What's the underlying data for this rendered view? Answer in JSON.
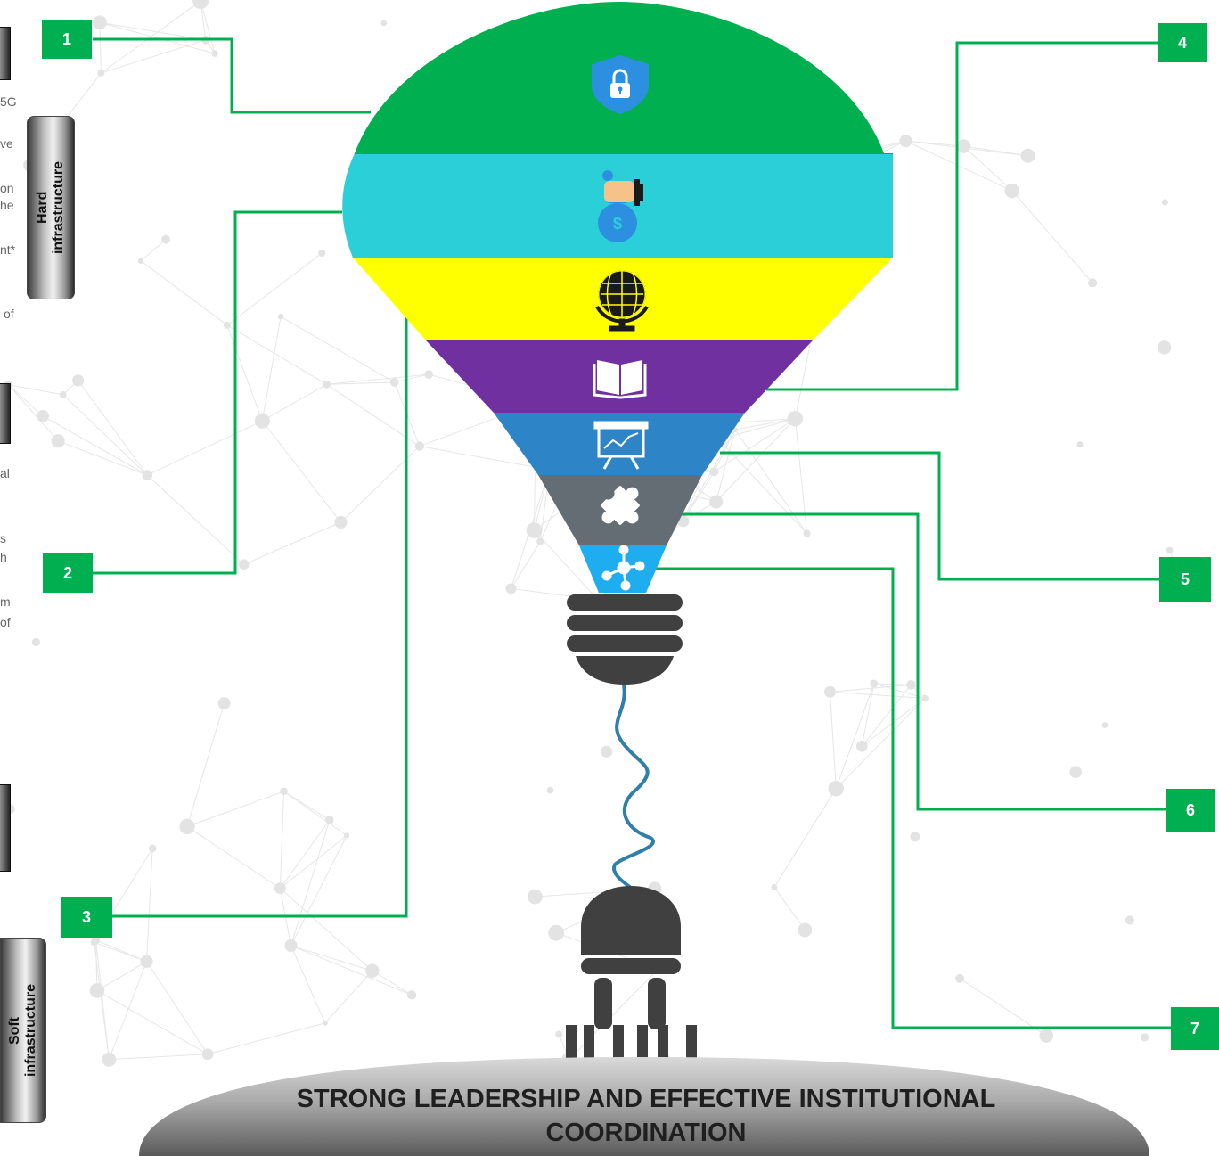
{
  "numbers": [
    "1",
    "2",
    "3",
    "4",
    "5",
    "6",
    "7"
  ],
  "left_pills": {
    "hard": {
      "line1": "Hard",
      "line2": "infrastructure"
    },
    "soft": {
      "line1": "Soft",
      "line2": "infrastructure"
    }
  },
  "left_edge_fragments": [
    "5G",
    "ve",
    "on",
    "he",
    "nt*",
    "of",
    "al",
    "s",
    "h",
    "m",
    "of"
  ],
  "base_label": {
    "line1": "STRONG LEADERSHIP AND EFFECTIVE INSTITUTIONAL",
    "line2": "COORDINATION"
  },
  "colors": {
    "connector": "#00b050",
    "band_1": "#00b050",
    "band_2": "#2acfd8",
    "band_3": "#ffff00",
    "band_4": "#7030a0",
    "band_5": "#2d85c8",
    "band_6": "#646d73",
    "band_7": "#1eaef0",
    "bulb_base": "#404040",
    "cord": "#2f7fa8"
  },
  "icons": [
    "shield-lock-icon",
    "money-hand-icon",
    "globe-icon",
    "book-icon",
    "presentation-chart-icon",
    "puzzle-icon",
    "network-icon"
  ]
}
